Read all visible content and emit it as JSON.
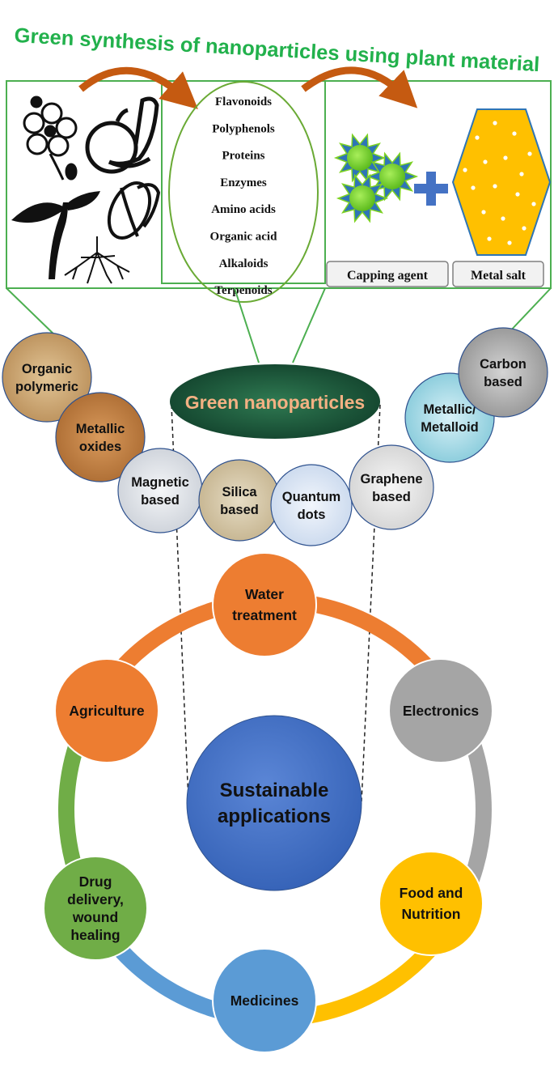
{
  "title": "Green synthesis of nanoparticles using plant material",
  "phytochemicals": [
    "Flavonoids",
    "Polyphenols",
    "Proteins",
    "Enzymes",
    "Amino acids",
    "Organic acid",
    "Alkaloids",
    "Terpenoids"
  ],
  "reagents": {
    "capping_agent": "Capping agent",
    "metal_salt": "Metal salt"
  },
  "center_label": "Green nanoparticles",
  "nanoparticle_types": [
    [
      "Organic",
      "polymeric"
    ],
    [
      "Metallic",
      "oxides"
    ],
    [
      "Magnetic",
      "based"
    ],
    [
      "Silica",
      "based"
    ],
    [
      "Quantum",
      "dots"
    ],
    [
      "Graphene",
      "based"
    ],
    [
      "Metallic/",
      "Metalloid"
    ],
    [
      "Carbon",
      "based"
    ]
  ],
  "hub": [
    "Sustainable",
    "applications"
  ],
  "applications": [
    {
      "lines": [
        "Water",
        "treatment"
      ],
      "color": "#ed7d31"
    },
    {
      "lines": [
        "Electronics"
      ],
      "color": "#a5a5a5"
    },
    {
      "lines": [
        "Food and",
        "Nutrition"
      ],
      "color": "#ffc000"
    },
    {
      "lines": [
        "Medicines"
      ],
      "color": "#5b9bd5"
    },
    {
      "lines": [
        "Drug",
        "delivery,",
        "wound",
        "healing"
      ],
      "color": "#70ad47"
    },
    {
      "lines": [
        "Agriculture"
      ],
      "color": "#ed7d31"
    }
  ],
  "colors": {
    "title_green": "#22b14c",
    "frame_green": "#4caf50",
    "arrow_orange": "#c55a11",
    "hub_blue": "#4472c4",
    "plus_blue": "#4472c4",
    "hexagon_yellow": "#ffc000",
    "capping_green": "#7ed321",
    "spike_blue": "#2e75b6"
  }
}
